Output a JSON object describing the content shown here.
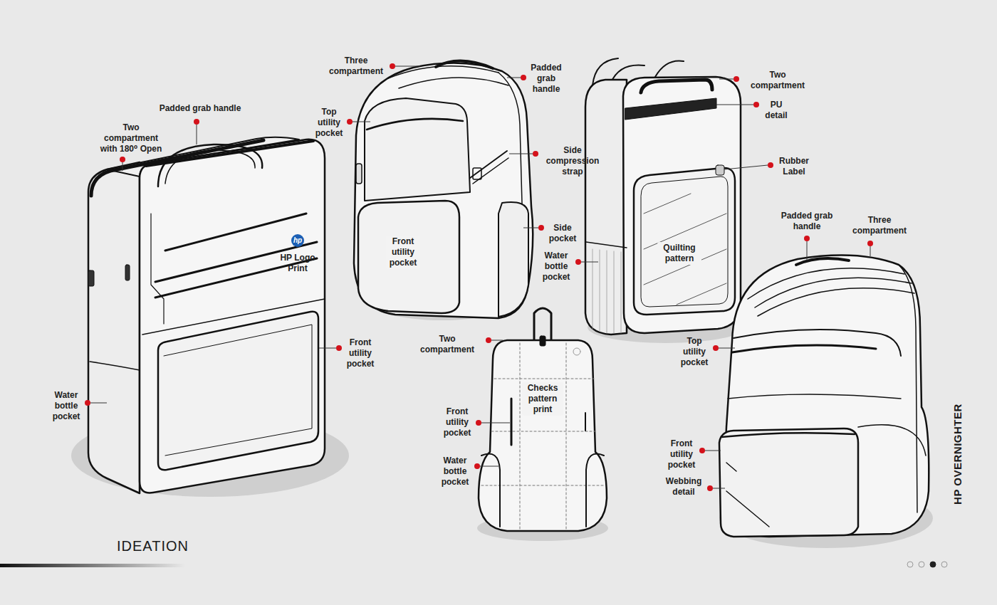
{
  "diagram": {
    "title": "IDEATION",
    "labels": [
      "Padded grab handle",
      "Two compartment with 180⁰ Open",
      "hp",
      "HP Logo Print",
      "Front utility pocket",
      "Water bottle pocket",
      "Three compartment",
      "Padded grab handle",
      "Top utility pocket",
      "Side compression strap",
      "Side pocket",
      "Front utility pocket",
      "Two compartment",
      "PU detail",
      "Rubber Label",
      "Water bottle pocket",
      "Quilting pattern",
      "Two compartment",
      "Checks pattern print",
      "Front utility pocket",
      "Water bottle pocket",
      "Padded grab handle",
      "Three compartment",
      "Top utility pocket",
      "Front utility pocket",
      "Webbing detail",
      "HP OVERNIGHTER"
    ]
  }
}
